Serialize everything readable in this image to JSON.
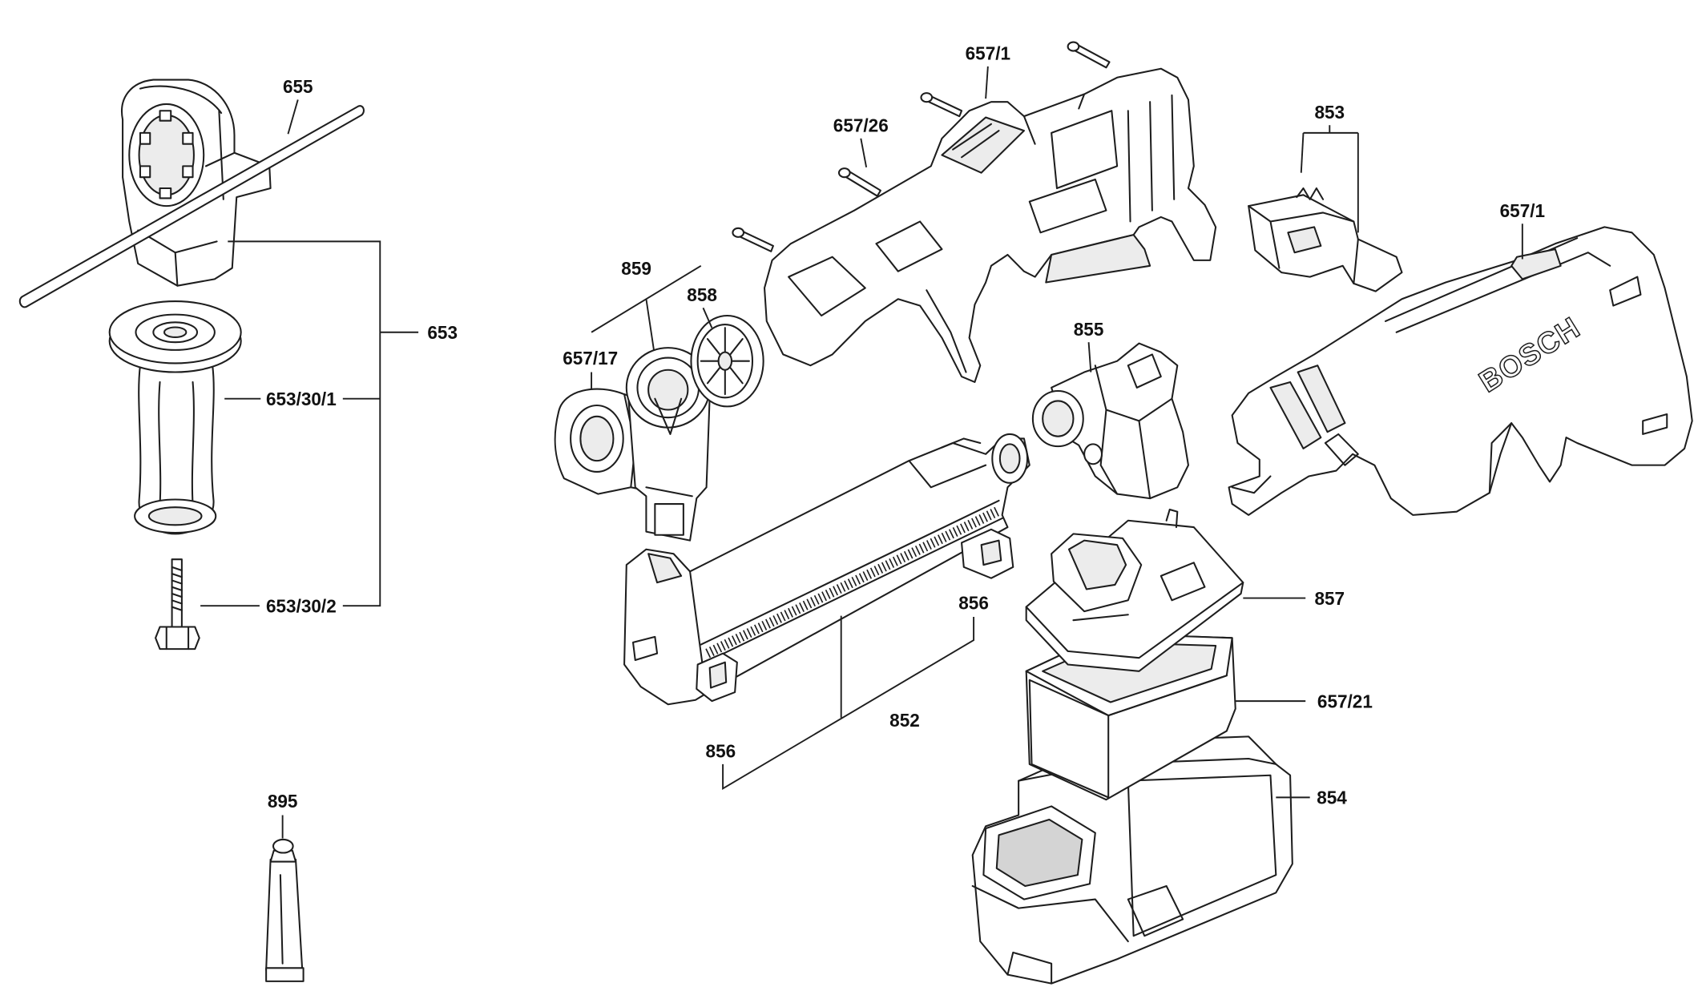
{
  "diagram": {
    "callouts": {
      "p655": "655",
      "p653": "653",
      "p653_30_1": "653/30/1",
      "p653_30_2": "653/30/2",
      "p895": "895",
      "p859": "859",
      "p858": "858",
      "p657_17": "657/17",
      "p657_26": "657/26",
      "p657_1_top": "657/1",
      "p853": "853",
      "p657_1_right": "657/1",
      "p855": "855",
      "p856_center": "856",
      "p856_left": "856",
      "p852": "852",
      "p857": "857",
      "p657_21": "657/21",
      "p854": "854"
    },
    "logo_text": "BOSCH"
  },
  "colors": {
    "line": "#1e1e1e",
    "background": "#ffffff"
  }
}
